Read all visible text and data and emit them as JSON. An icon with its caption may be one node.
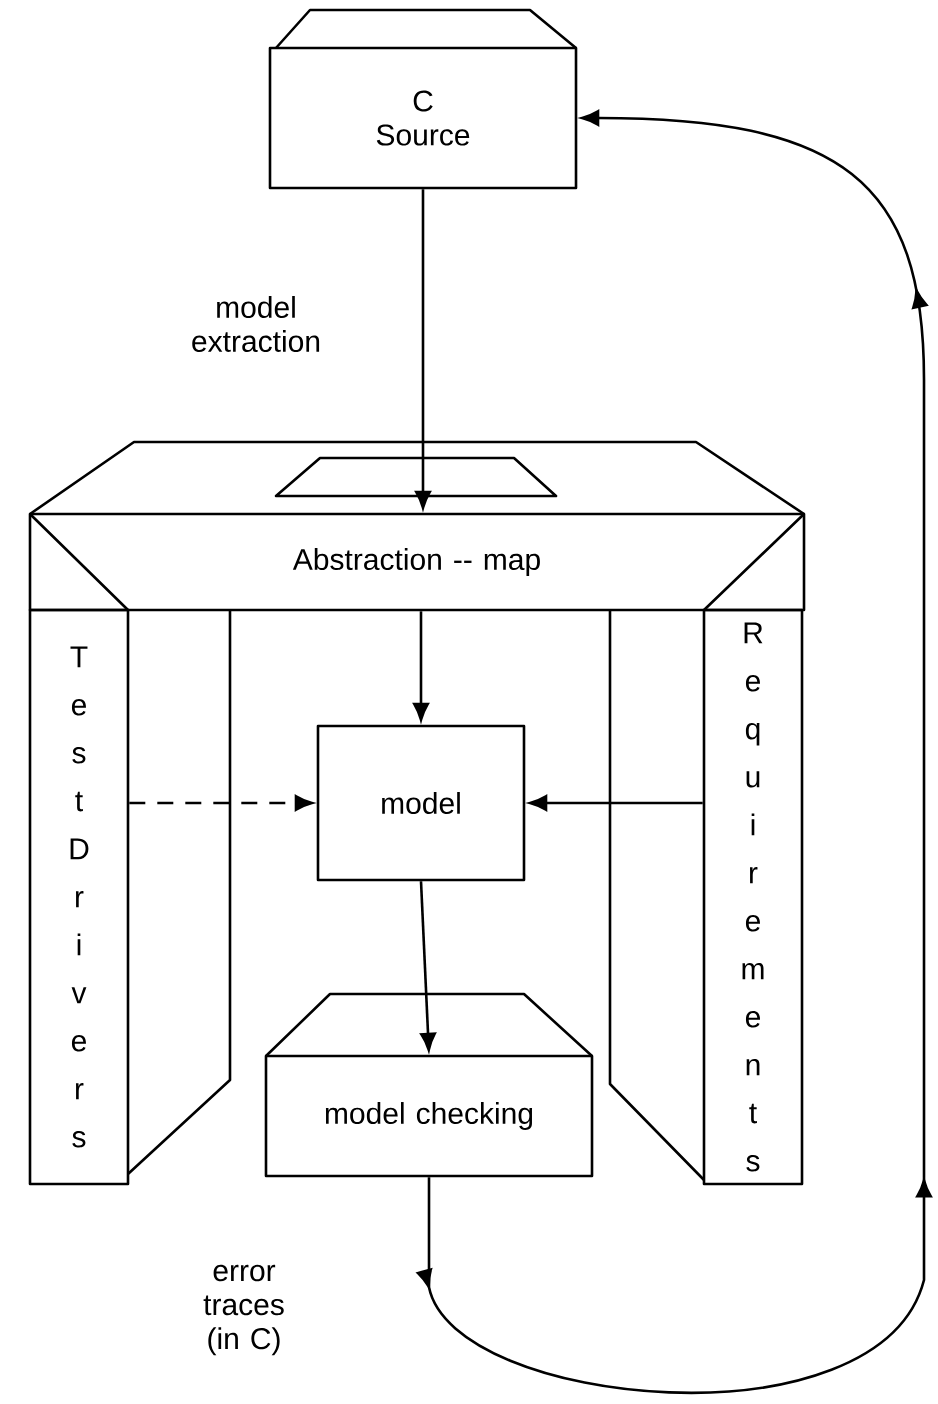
{
  "diagram": {
    "nodes": [
      {
        "text": [
          "C Source"
        ]
      },
      {
        "text": [
          "Abstraction -- map"
        ]
      },
      {
        "text": [
          "Test Drivers"
        ]
      },
      {
        "text": [
          "Requirements"
        ]
      },
      {
        "text": [
          "model"
        ]
      },
      {
        "text": [
          "model checking"
        ]
      }
    ],
    "edges": [
      {
        "from": 0,
        "to": 1,
        "arrow": "to",
        "label": "model extraction"
      },
      {
        "from": 1,
        "to": 4,
        "arrow": "to"
      },
      {
        "from": 2,
        "to": 4,
        "arrow": "to",
        "style": "dashed"
      },
      {
        "from": 3,
        "to": 4,
        "arrow": "to"
      },
      {
        "from": 4,
        "to": 5,
        "arrow": "to"
      },
      {
        "from": 5,
        "to": 0,
        "arrow": "to",
        "label": "error traces (in C)"
      }
    ]
  }
}
